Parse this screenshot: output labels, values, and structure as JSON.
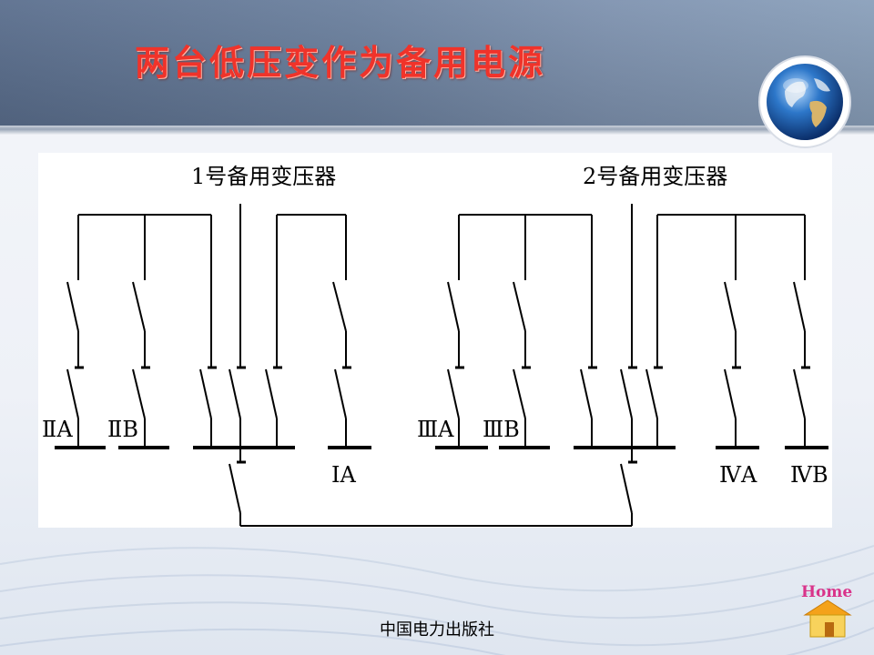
{
  "slide": {
    "title": "两台低压变作为备用电源",
    "footer": "中国电力出版社",
    "home_label": "Home",
    "title_color": "#f0332a"
  },
  "diagram": {
    "transformer_1_label": "1号备用变压器",
    "transformer_2_label": "2号备用变压器",
    "buses": {
      "IIA": "ⅡA",
      "IIB": "ⅡB",
      "IA": "ⅠA",
      "IIIA": "ⅢA",
      "IIIB": "ⅢB",
      "IVA": "ⅣA",
      "IVB": "ⅣB"
    }
  },
  "icons": {
    "globe": "globe-icon",
    "home": "home-icon"
  }
}
